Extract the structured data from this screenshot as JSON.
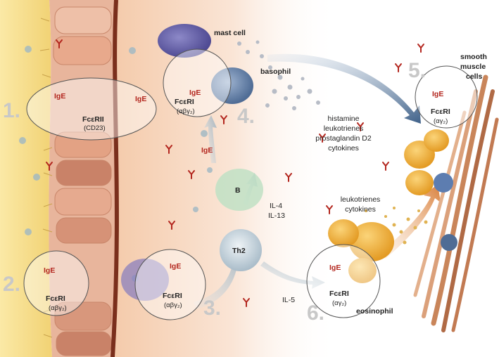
{
  "labels": {
    "mast_cell": "mast cell",
    "basophil": "basophil",
    "smooth_muscle": [
      "smooth",
      "muscle",
      "cells"
    ],
    "b_cell": "B",
    "th2": "Th2",
    "eosinophil": "eosinophil"
  },
  "steps": [
    "1.",
    "2.",
    "3.",
    "4.",
    "5.",
    "6."
  ],
  "mediators": {
    "mast_basophil": [
      "histamine",
      "leukotrienes",
      "prostaglandin D2",
      "cytokines"
    ],
    "eosinophil": [
      "leukotrienes",
      "cytokines"
    ],
    "th2_to_b": [
      "IL-4",
      "IL-13"
    ],
    "th2_to_eos": "IL-5"
  },
  "ige": "IgE",
  "receptors": {
    "fcerii": "FcεRII",
    "cd23": "(CD23)",
    "fceri": "FcεRI",
    "abg2": "(αβγ₂)",
    "ag2": "(αγ₂)"
  },
  "colors": {
    "epithelium_yellow": "#f3d77a",
    "epithelium_pink": "#e4a98e",
    "basement_membrane": "#7a2f1c",
    "tissue_peach": "#f6d6bf",
    "mast_cell": "#6c67b0",
    "basophil": "#6f8bb3",
    "b_cell": "#bfe0c4",
    "th2": "#c9d6de",
    "eosinophil": "#f1b23f",
    "ige": "#b3261e",
    "step_number": "#c8c8c8"
  }
}
